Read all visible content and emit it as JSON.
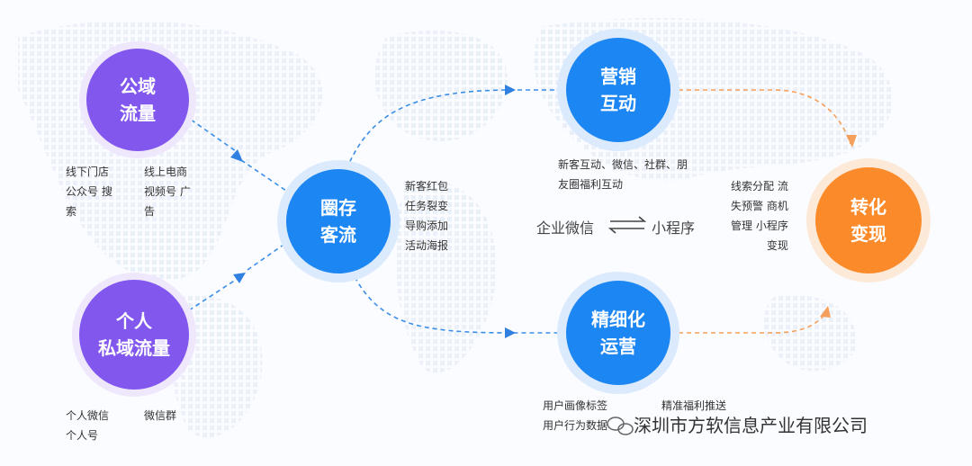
{
  "nodes": {
    "public": {
      "line1": "公域",
      "line2": "流量"
    },
    "private": {
      "line1": "个人",
      "line2": "私域流量"
    },
    "retain": {
      "line1": "圈存",
      "line2": "客流"
    },
    "marketing": {
      "line1": "营销",
      "line2": "互动"
    },
    "refined": {
      "line1": "精细化",
      "line2": "运营"
    },
    "convert": {
      "line1": "转化",
      "line2": "变现"
    }
  },
  "labels": {
    "public_left": [
      "线下门店",
      "公众号 搜",
      "索"
    ],
    "public_right": [
      "线上电商",
      "视频号 广",
      "告"
    ],
    "private_left": [
      "个人微信",
      "个人号"
    ],
    "private_right": [
      "微信群"
    ],
    "retain": [
      "新客红包",
      "任务裂变",
      "导购添加",
      "活动海报"
    ],
    "marketing": [
      "新客互动、微信、社群、朋",
      "友圈福利互动"
    ],
    "convert": [
      "线索分配 流",
      "失预警 商机",
      "管理 小程序",
      "变现"
    ],
    "refined_left": [
      "用户画像标签",
      "用户行为数据"
    ],
    "refined_right": [
      "精准福利推送"
    ]
  },
  "center": {
    "left": "企业微信",
    "right": "小程序"
  },
  "watermark": "深圳市方软信息产业有限公司",
  "colors": {
    "purple": "#8257ee",
    "blue": "#1c86f2",
    "orange": "#fb8a2a",
    "dash_blue": "#3a8ee6",
    "dash_orange": "#f5a05a"
  }
}
